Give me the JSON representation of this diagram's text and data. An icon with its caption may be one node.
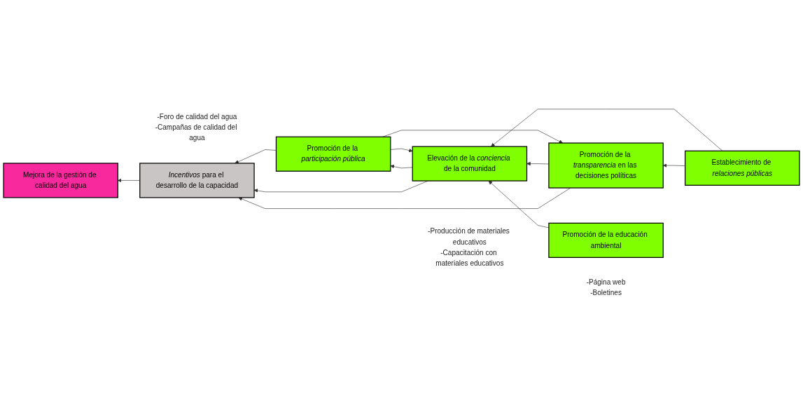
{
  "diagram": {
    "nodes": [
      {
        "text": [
          "Mejora de la gestión de calidad del agua"
        ]
      },
      {
        "text": [
          "*Incentivos* para el desarrollo de la capacidad"
        ]
      },
      {
        "text": [
          "Promoción de la *transparencia* en las decisiones políticas"
        ]
      },
      {
        "text": [
          "Establecimiento de *relaciones públicas*"
        ],
        "beside": [
          "-Página web",
          "-Boletines"
        ]
      },
      {
        "text": [
          "Elevación de la *conciencia* de la comunidad"
        ]
      },
      {
        "text": [
          "Promoción de la educación ambiental"
        ],
        "beside": [
          "-Producción de materiales educativos",
          "-Capacitación con materiales educativos"
        ]
      },
      {
        "text": [
          "Promoción de la *participación pública*"
        ],
        "beside": [
          "-Foro de calidad del agua",
          "-Campañas de calidad del agua"
        ]
      }
    ],
    "edges": [
      {
        "from": 1,
        "to": 0,
        "arrow": "to"
      },
      {
        "from": 2,
        "to": 1,
        "arrow": "to"
      },
      {
        "from": 4,
        "to": 1,
        "arrow": "to"
      },
      {
        "from": 6,
        "to": 1,
        "arrow": "to"
      },
      {
        "from": 3,
        "to": 2,
        "arrow": "to"
      },
      {
        "from": 3,
        "to": 4,
        "arrow": "to"
      },
      {
        "from": 5,
        "to": 4,
        "arrow": "to"
      },
      {
        "from": 2,
        "to": 4,
        "arrow": "to"
      },
      {
        "from": 4,
        "to": 6,
        "arrow": "to"
      },
      {
        "from": 6,
        "to": 4,
        "arrow": "to"
      },
      {
        "from": 6,
        "to": 2,
        "arrow": "to"
      }
    ]
  }
}
